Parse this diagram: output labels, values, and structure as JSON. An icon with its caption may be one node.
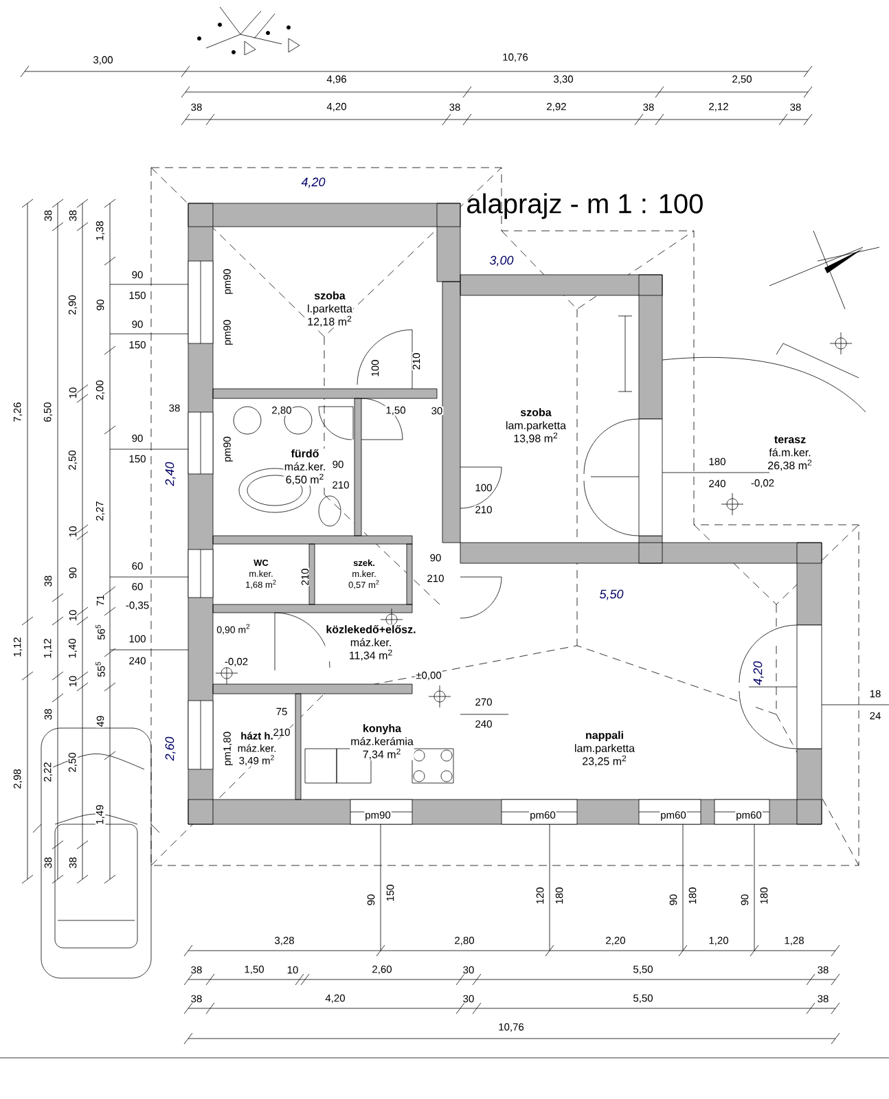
{
  "diagram": {
    "title": "alaprajz - m 1 : 100",
    "nodes": [
      {
        "text": [
          "szoba",
          "l.parketta",
          "12,18 m$^{2}$"
        ]
      },
      {
        "text": [
          "fürdő",
          "máz.ker.",
          "6,50 m$^{2}$"
        ]
      },
      {
        "text": [
          "WC",
          "m.ker.",
          "1,68 m$^{2}$"
        ]
      },
      {
        "text": [
          "szek.",
          "m.ker.",
          "0,57 m$^{2}$"
        ]
      },
      {
        "text": [
          "közlekedő+elősz.",
          "máz.ker.",
          "11,34 m$^{2}$"
        ]
      },
      {
        "text": [
          "0,90 m$^{2}$"
        ]
      },
      {
        "text": [
          "házt h.",
          "máz.ker.",
          "3,49 m$^{2}$"
        ]
      },
      {
        "text": [
          "konyha",
          "máz.kerámia",
          "7,34 m$^{2}$"
        ]
      },
      {
        "text": [
          "szoba",
          "lam.parketta",
          "13,98 m$^{2}$"
        ]
      },
      {
        "text": [
          "nappali",
          "lam.parketta",
          "23,25 m$^{2}$"
        ]
      },
      {
        "text": [
          "terasz",
          "fá.m.ker.",
          "26,38 m$^{2}$"
        ]
      }
    ],
    "labels": [
      "3,00",
      "10,76",
      "4,96",
      "3,30",
      "2,50",
      "38",
      "4,20",
      "38",
      "2,92",
      "38",
      "2,12",
      "38",
      "4,20",
      "7,26",
      "1,12",
      "2,98",
      "38",
      "6,50",
      "38",
      "1,12",
      "38",
      "2,22",
      "38",
      "38",
      "2,90",
      "10",
      "2,50",
      "10",
      "90",
      "10",
      "1,40",
      "10",
      "2,50",
      "38",
      "1,38",
      "90",
      "2,00",
      "2,27",
      "71",
      "56$^{5}$",
      "55$^{5}$",
      "49",
      "1,49",
      "90",
      "150",
      "90",
      "150",
      "38",
      "90",
      "150",
      "60",
      "60",
      "-0,35",
      "100",
      "240",
      "2,40",
      "2,60",
      "pm90",
      "pm90",
      "2,80",
      "1,50",
      "30",
      "100",
      "210",
      "pm90",
      "90",
      "210",
      "210",
      "90",
      "210",
      "-0,02",
      "±0,00",
      "75",
      "210",
      "pm1,80",
      "pm90",
      "3,00",
      "100",
      "210",
      "180",
      "240",
      "-0,02",
      "5,50",
      "270",
      "240",
      "4,20",
      "pm60",
      "pm60",
      "pm60",
      "18",
      "24",
      "90",
      "150",
      "120",
      "180",
      "90",
      "180",
      "90",
      "180",
      "3,28",
      "2,80",
      "2,20",
      "1,20",
      "1,28",
      "38",
      "1,50",
      "10",
      "2,60",
      "30",
      "5,50",
      "38",
      "38",
      "4,20",
      "30",
      "5,50",
      "38",
      "10,76"
    ]
  }
}
